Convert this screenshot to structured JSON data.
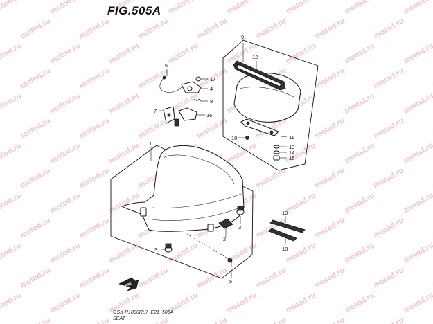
{
  "figure": {
    "title": "FIG.505A",
    "watermark": "motod.ru"
  },
  "footer": {
    "model_line": "GSX-R1000RL7_E21_505A",
    "section_name": "SEAT"
  },
  "badge": {
    "label": "FWD"
  },
  "callouts": {
    "c1": "1",
    "c2": "2",
    "c3a": "3",
    "c3b": "3",
    "c4": "4",
    "c5": "5",
    "c6": "6",
    "c7": "7",
    "c8": "8",
    "c9": "9",
    "c10": "10",
    "c11": "11",
    "c12": "12",
    "c13": "13",
    "c14": "14",
    "c15": "15",
    "c16": "16",
    "c17": "17",
    "c18": "18",
    "c19": "19"
  }
}
